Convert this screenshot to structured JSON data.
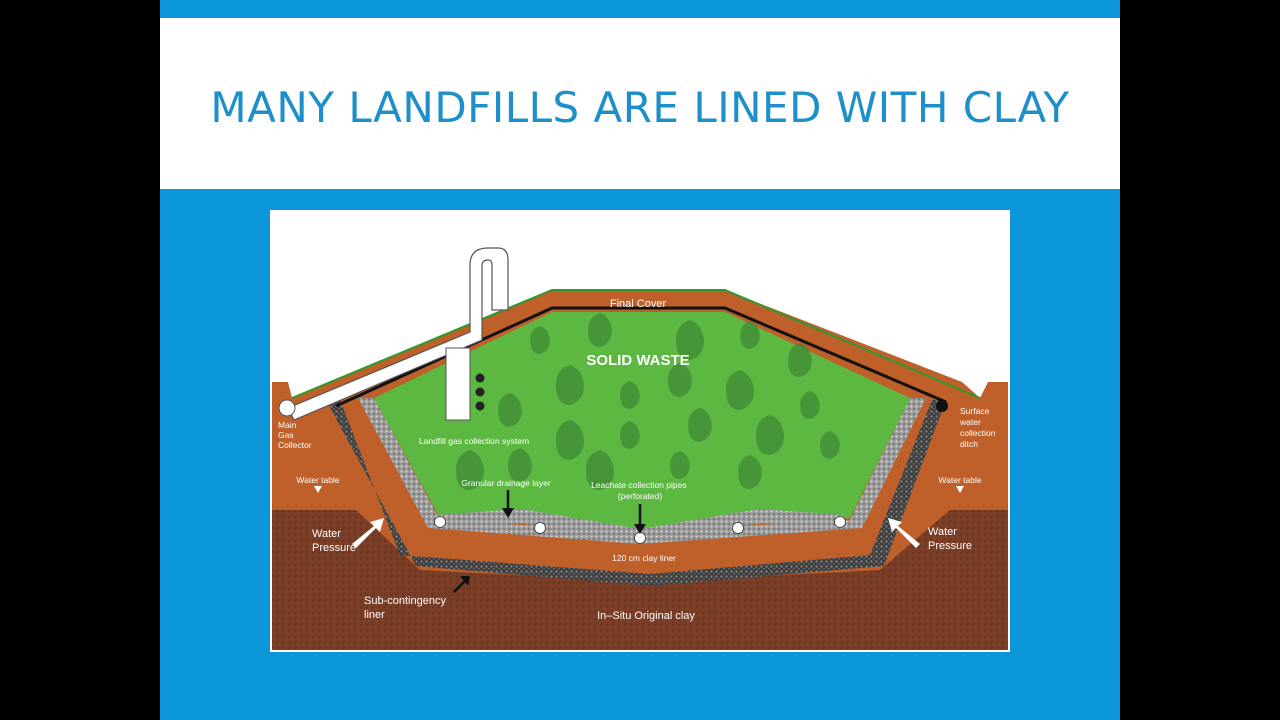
{
  "slide": {
    "title": "MANY LANDFILLS ARE LINED WITH CLAY"
  },
  "diagram": {
    "labels": {
      "final_cover": "Final Cover",
      "solid_waste": "SOLID WASTE",
      "main_gas_collector": [
        "Main",
        "Gas",
        "Collector"
      ],
      "surface_water_ditch": [
        "Surface",
        "water",
        "collection",
        "ditch"
      ],
      "water_table_left": "Water table",
      "water_table_right": "Water table",
      "landfill_gas_collection": "Landfill gas collection system",
      "granular_drainage": "Granular drainage layer",
      "leachate_pipes": [
        "Leachate collection pipes",
        "(perforated)"
      ],
      "water_pressure_left": [
        "Water",
        "Pressure"
      ],
      "water_pressure_right": [
        "Water",
        "Pressure"
      ],
      "clay_liner": "120 cm clay liner",
      "sub_contingency": [
        "Sub-contingency",
        "liner"
      ],
      "in_situ_clay": "In–Situ Original clay"
    },
    "colors": {
      "clay": "#bf5f2a",
      "soil": "#7a3d26",
      "waste": "#5cb841",
      "waste_bag": "#3f8a35",
      "gravel": "#4a4a4a",
      "gas_pipe": "#ffffff",
      "cover_grass": "#2e9a2e"
    }
  }
}
